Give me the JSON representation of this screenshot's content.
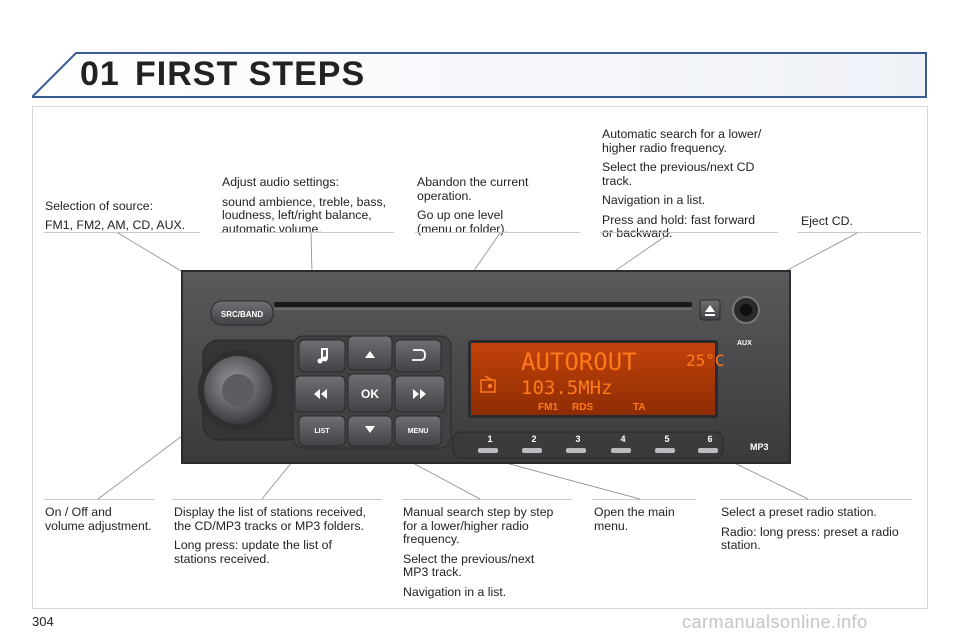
{
  "header": {
    "chapter_number": "01",
    "chapter_title": "FIRST STEPS"
  },
  "callouts": {
    "source": [
      "Selection of source:",
      "FM1, FM2, AM, CD, AUX."
    ],
    "audio": [
      "Adjust audio settings:",
      "sound ambience, treble, bass,\nloudness, left/right balance,\nautomatic volume."
    ],
    "abandon": [
      "Abandon the current\noperation.",
      "Go up one level\n(menu or folder)."
    ],
    "auto_search": [
      "Automatic search for a lower/\nhigher radio frequency.",
      "Select the previous/next CD\ntrack.",
      "Navigation in a list.",
      "Press and hold: fast forward\nor backward."
    ],
    "eject": [
      "Eject CD."
    ],
    "onoff": [
      "On / Off and\nvolume adjustment."
    ],
    "list": [
      "Display the list of stations received,\nthe CD/MP3 tracks or MP3 folders.",
      "Long press: update the list of\nstations received."
    ],
    "manual": [
      "Manual search step by step\nfor a lower/higher radio\nfrequency.",
      "Select the previous/next\nMP3 track.",
      "Navigation in a list."
    ],
    "menu": [
      "Open the main\nmenu."
    ],
    "preset": [
      "Select a preset radio station.",
      "Radio: long press: preset a radio\nstation."
    ]
  },
  "radio": {
    "src_band_label": "SRC/BAND",
    "aux_label": "AUX",
    "ok_label": "OK",
    "list_label": "LIST",
    "menu_label": "MENU",
    "mp3_label": "MP3",
    "preset_labels": [
      "1",
      "2",
      "3",
      "4",
      "5",
      "6"
    ],
    "display": {
      "line1": "AUTOROUT",
      "temperature": "25°C",
      "line2": "103.5MHz",
      "band": "FM1",
      "rds": "RDS",
      "ta": "TA"
    },
    "colors": {
      "lcd_background": "#b23a07",
      "lcd_text": "#ff7a1a",
      "body": "#4a4a4c"
    },
    "icons": [
      "music-note-icon",
      "back-arrow-icon",
      "up-arrow-icon",
      "down-arrow-icon",
      "rewind-icon",
      "fast-forward-icon",
      "eject-icon",
      "radio-icon"
    ]
  },
  "footer": {
    "page_number": "304",
    "watermark": "carmanualsonline.info"
  }
}
